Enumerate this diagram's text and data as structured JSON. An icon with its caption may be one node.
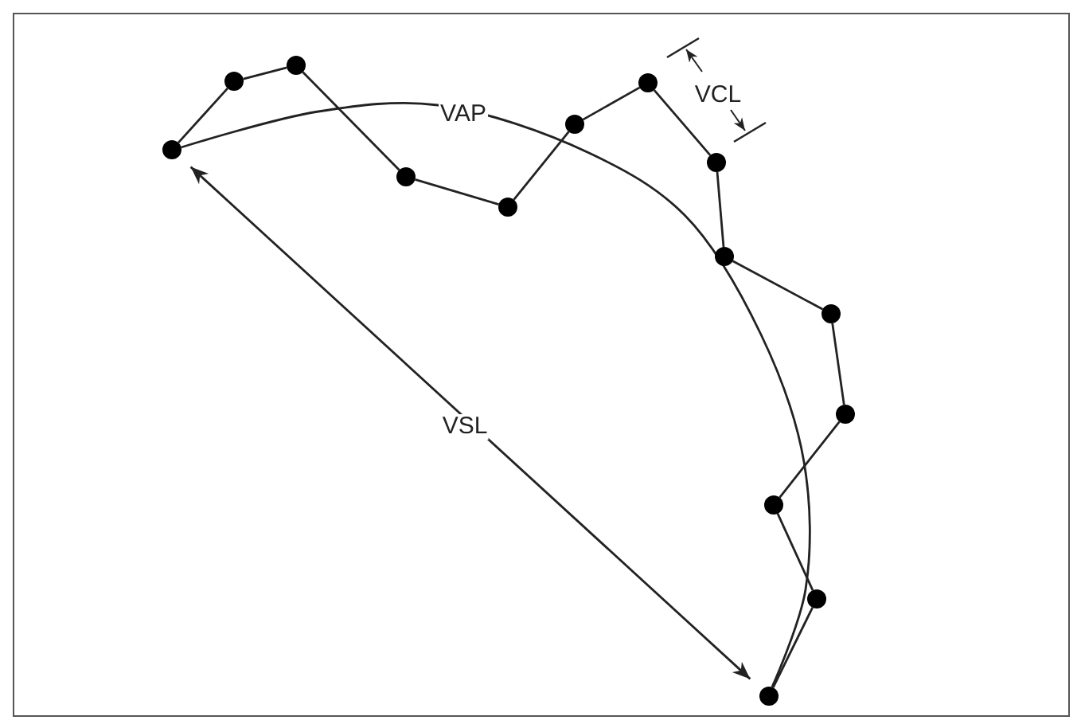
{
  "diagram": {
    "nodes": [
      {
        "text": [],
        "shape": "circle"
      },
      {
        "text": [],
        "shape": "circle"
      },
      {
        "text": [],
        "shape": "circle"
      },
      {
        "text": [],
        "shape": "circle"
      },
      {
        "text": [],
        "shape": "circle"
      },
      {
        "text": [],
        "shape": "circle"
      },
      {
        "text": [],
        "shape": "circle"
      },
      {
        "text": [],
        "shape": "circle"
      },
      {
        "text": [],
        "shape": "circle"
      },
      {
        "text": [],
        "shape": "circle"
      },
      {
        "text": [],
        "shape": "circle"
      },
      {
        "text": [],
        "shape": "circle"
      },
      {
        "text": [],
        "shape": "circle"
      },
      {
        "text": [],
        "shape": "circle"
      }
    ],
    "edges": [
      {
        "from": 0,
        "to": 1,
        "arrow": "none"
      },
      {
        "from": 1,
        "to": 2,
        "arrow": "none"
      },
      {
        "from": 2,
        "to": 3,
        "arrow": "none"
      },
      {
        "from": 3,
        "to": 4,
        "arrow": "none"
      },
      {
        "from": 4,
        "to": 5,
        "arrow": "none"
      },
      {
        "from": 5,
        "to": 6,
        "arrow": "none"
      },
      {
        "from": 6,
        "to": 7,
        "arrow": "none"
      },
      {
        "from": 7,
        "to": 8,
        "arrow": "none"
      },
      {
        "from": 8,
        "to": 9,
        "arrow": "none"
      },
      {
        "from": 9,
        "to": 10,
        "arrow": "none"
      },
      {
        "from": 10,
        "to": 11,
        "arrow": "none"
      },
      {
        "from": 11,
        "to": 12,
        "arrow": "none"
      },
      {
        "from": 12,
        "to": 13,
        "arrow": "none"
      },
      {
        "from": 0,
        "to": 13,
        "arrow": "none",
        "label": "VAP"
      },
      {
        "from": 0,
        "to": 13,
        "arrow": "both",
        "label": "VSL"
      }
    ],
    "labels": [
      "VCL"
    ]
  }
}
